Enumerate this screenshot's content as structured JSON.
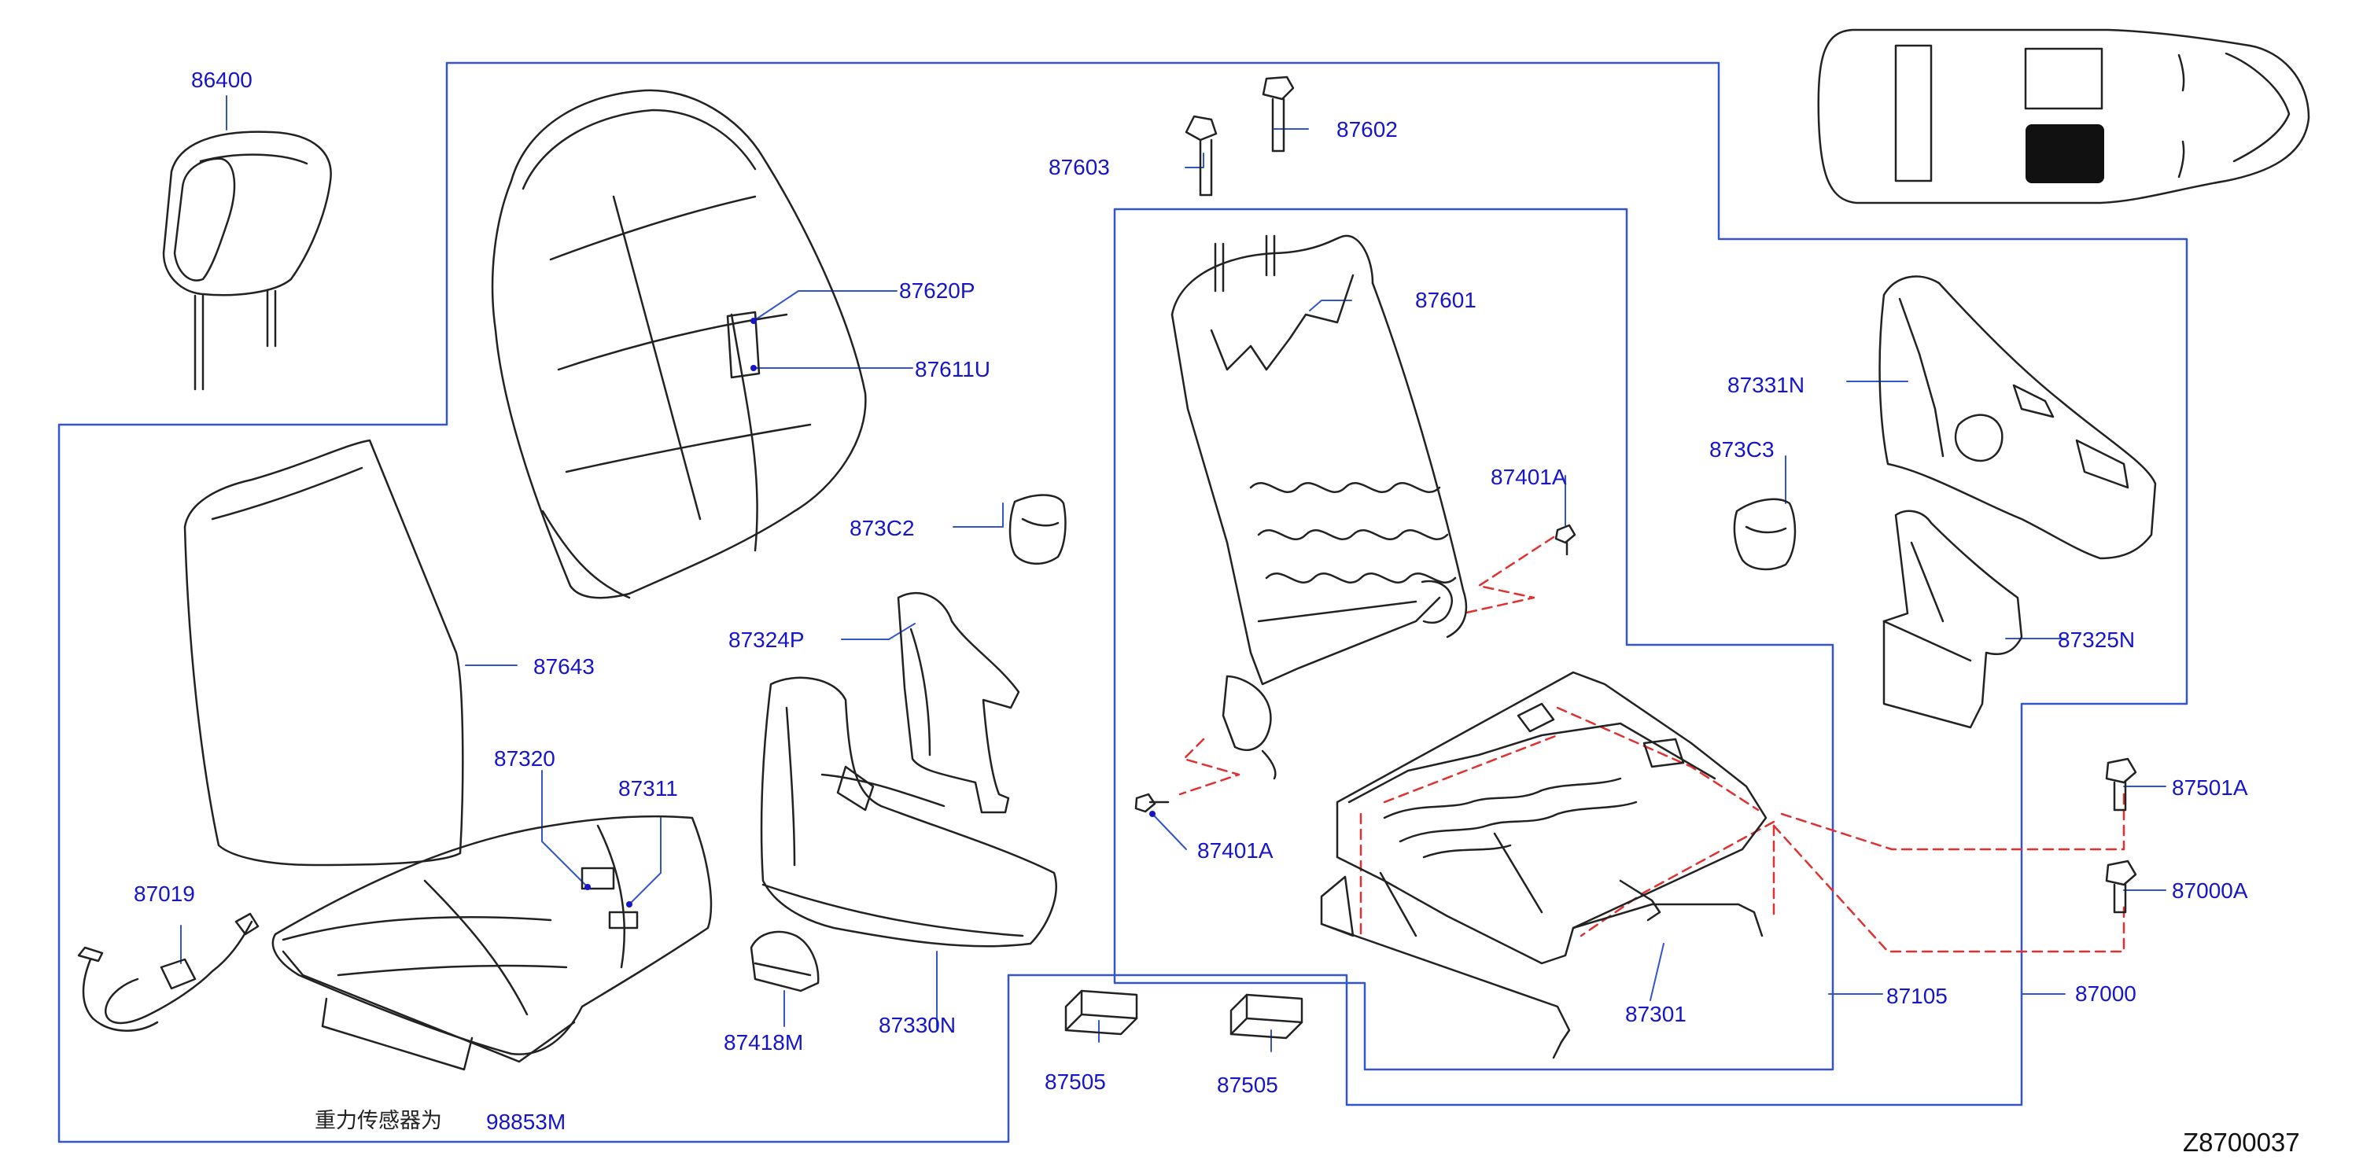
{
  "diagram": {
    "code": "Z8700037",
    "note": "重力传感器为",
    "note_part": "98853M",
    "colors": {
      "label": "#1515cc",
      "boundary": "#3355cc",
      "hidden_link": "#e03030",
      "drawing": "#222222",
      "highlight": "#111111"
    }
  },
  "parts": [
    {
      "id": "86400",
      "label": "86400"
    },
    {
      "id": "87620P",
      "label": "87620P"
    },
    {
      "id": "87611U",
      "label": "87611U"
    },
    {
      "id": "87643",
      "label": "87643"
    },
    {
      "id": "873C2",
      "label": "873C2"
    },
    {
      "id": "87324P",
      "label": "87324P"
    },
    {
      "id": "87603",
      "label": "87603"
    },
    {
      "id": "87602",
      "label": "87602"
    },
    {
      "id": "87601",
      "label": "87601"
    },
    {
      "id": "87401A-top",
      "label": "87401A"
    },
    {
      "id": "87401A-bottom",
      "label": "87401A"
    },
    {
      "id": "87331N",
      "label": "87331N"
    },
    {
      "id": "873C3",
      "label": "873C3"
    },
    {
      "id": "87325N",
      "label": "87325N"
    },
    {
      "id": "87320",
      "label": "87320"
    },
    {
      "id": "87311",
      "label": "87311"
    },
    {
      "id": "87019",
      "label": "87019"
    },
    {
      "id": "87418M",
      "label": "87418M"
    },
    {
      "id": "87330N",
      "label": "87330N"
    },
    {
      "id": "87505-a",
      "label": "87505"
    },
    {
      "id": "87505-b",
      "label": "87505"
    },
    {
      "id": "87301",
      "label": "87301"
    },
    {
      "id": "87105",
      "label": "87105"
    },
    {
      "id": "87501A",
      "label": "87501A"
    },
    {
      "id": "87000A",
      "label": "87000A"
    },
    {
      "id": "87000",
      "label": "87000"
    }
  ]
}
